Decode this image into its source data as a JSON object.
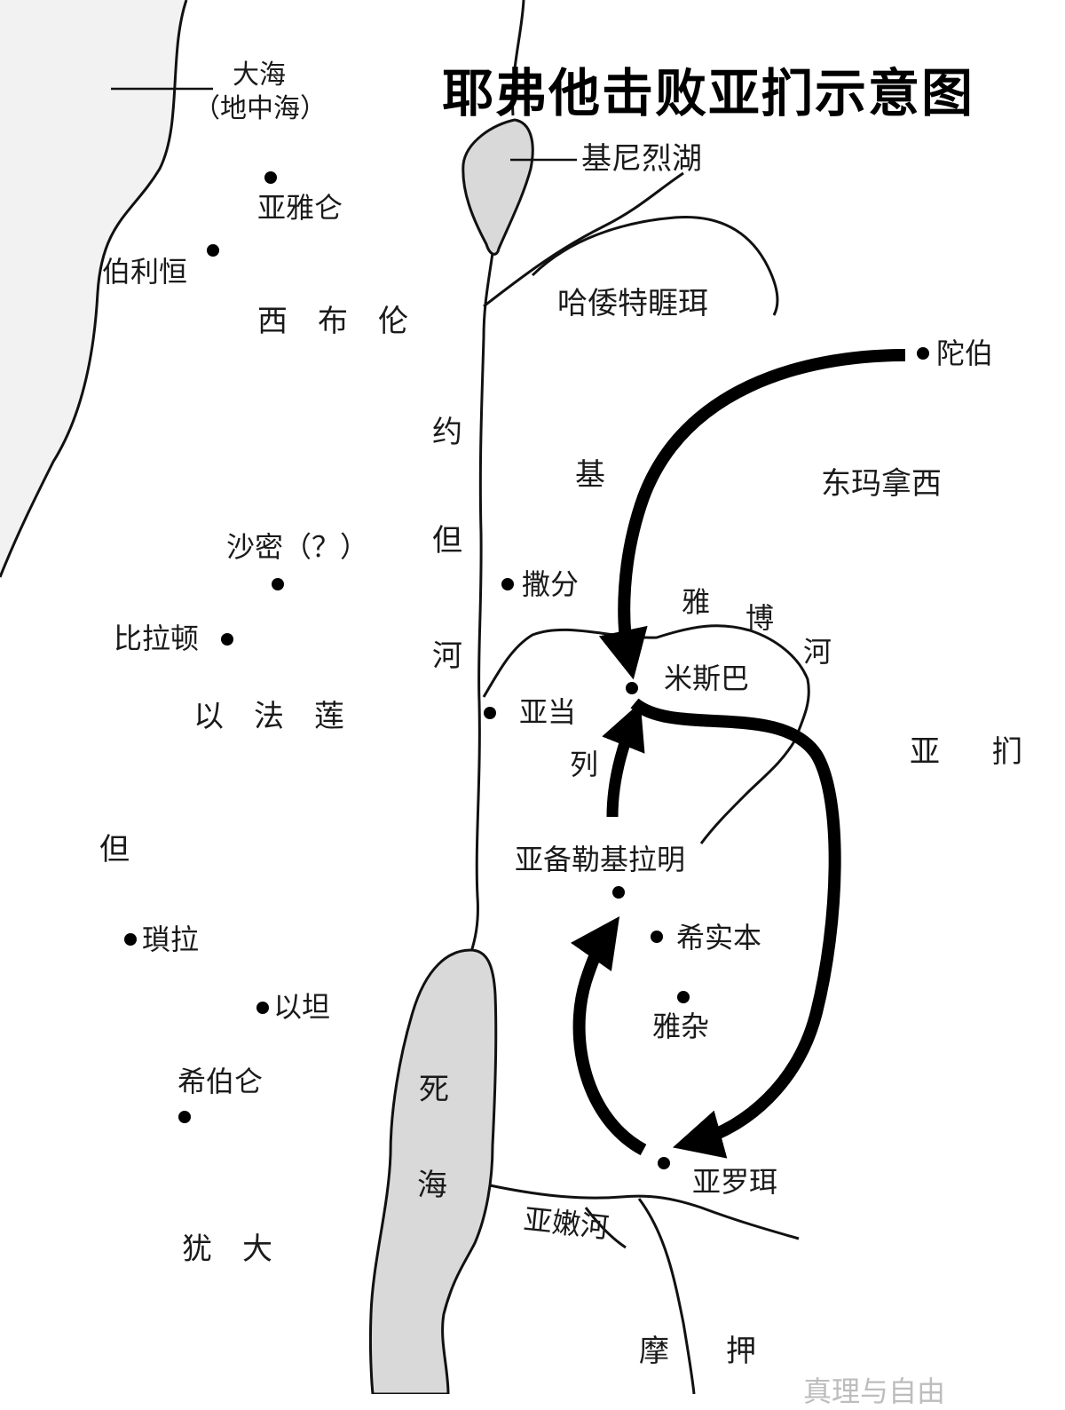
{
  "title": "耶弗他击败亚扪示意图",
  "bodies_of_water": {
    "sea": "大海",
    "sea_sub": "（地中海）",
    "lake": "基尼烈湖",
    "dead_sea_1": "死",
    "dead_sea_2": "海"
  },
  "rivers": {
    "jordan_1": "约",
    "jordan_2": "但",
    "jordan_3": "河",
    "jabbok_1": "雅",
    "jabbok_2": "博",
    "jabbok_3": "河",
    "arnon": "亚嫩河"
  },
  "regions": {
    "west_manasseh": "西　布　伦",
    "ephraim": "以　法　莲",
    "dan": "但",
    "judah": "犹　大",
    "havvoth_jair": "哈倭特睚珥",
    "east_manasseh": "东玛拿西",
    "ammon_1": "亚",
    "ammon_2": "扪",
    "moab_1": "摩",
    "moab_2": "押",
    "gilead_1": "基",
    "gilead_2": "列"
  },
  "cities": {
    "aijalon": "亚雅仑",
    "bethlehem": "伯利恒",
    "shamir": "沙密（？）",
    "pirathon": "比拉顿",
    "zorah": "瑣拉",
    "ibzan": "以坦",
    "hebron": "希伯仑",
    "tob": "陀伯",
    "zaphon": "撒分",
    "mizpah": "米斯巴",
    "adam": "亚当",
    "abel_keramim": "亚备勒基拉明",
    "heshbon": "希实本",
    "jahaz": "雅杂",
    "aroer": "亚罗珥"
  },
  "watermark": "真理与自由",
  "colors": {
    "ink": "#111111",
    "water": "#d9d9d9",
    "background": "#ffffff"
  }
}
